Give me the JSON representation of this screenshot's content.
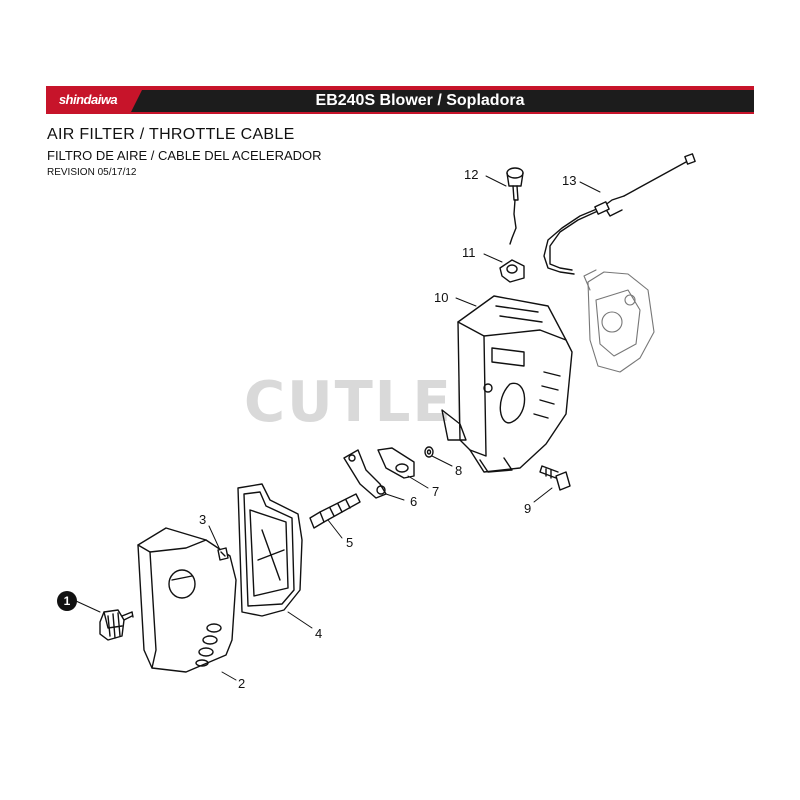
{
  "header": {
    "brand": "shindaiwa",
    "title": "EB240S Blower / Sopladora"
  },
  "section": {
    "title_en": "AIR FILTER / THROTTLE CABLE",
    "title_es": "FILTRO DE AIRE / CABLE DEL ACELERADOR",
    "revision": "REVISION 05/17/12"
  },
  "watermark": "CUTLER",
  "callouts": {
    "c1": "1",
    "c2": "2",
    "c3": "3",
    "c4": "4",
    "c5": "5",
    "c6": "6",
    "c7": "7",
    "c8": "8",
    "c9": "9",
    "c10": "10",
    "c11": "11",
    "c12": "12",
    "c13": "13"
  },
  "colors": {
    "brand_red": "#c7142a",
    "banner_dark": "#1c1c1c"
  }
}
